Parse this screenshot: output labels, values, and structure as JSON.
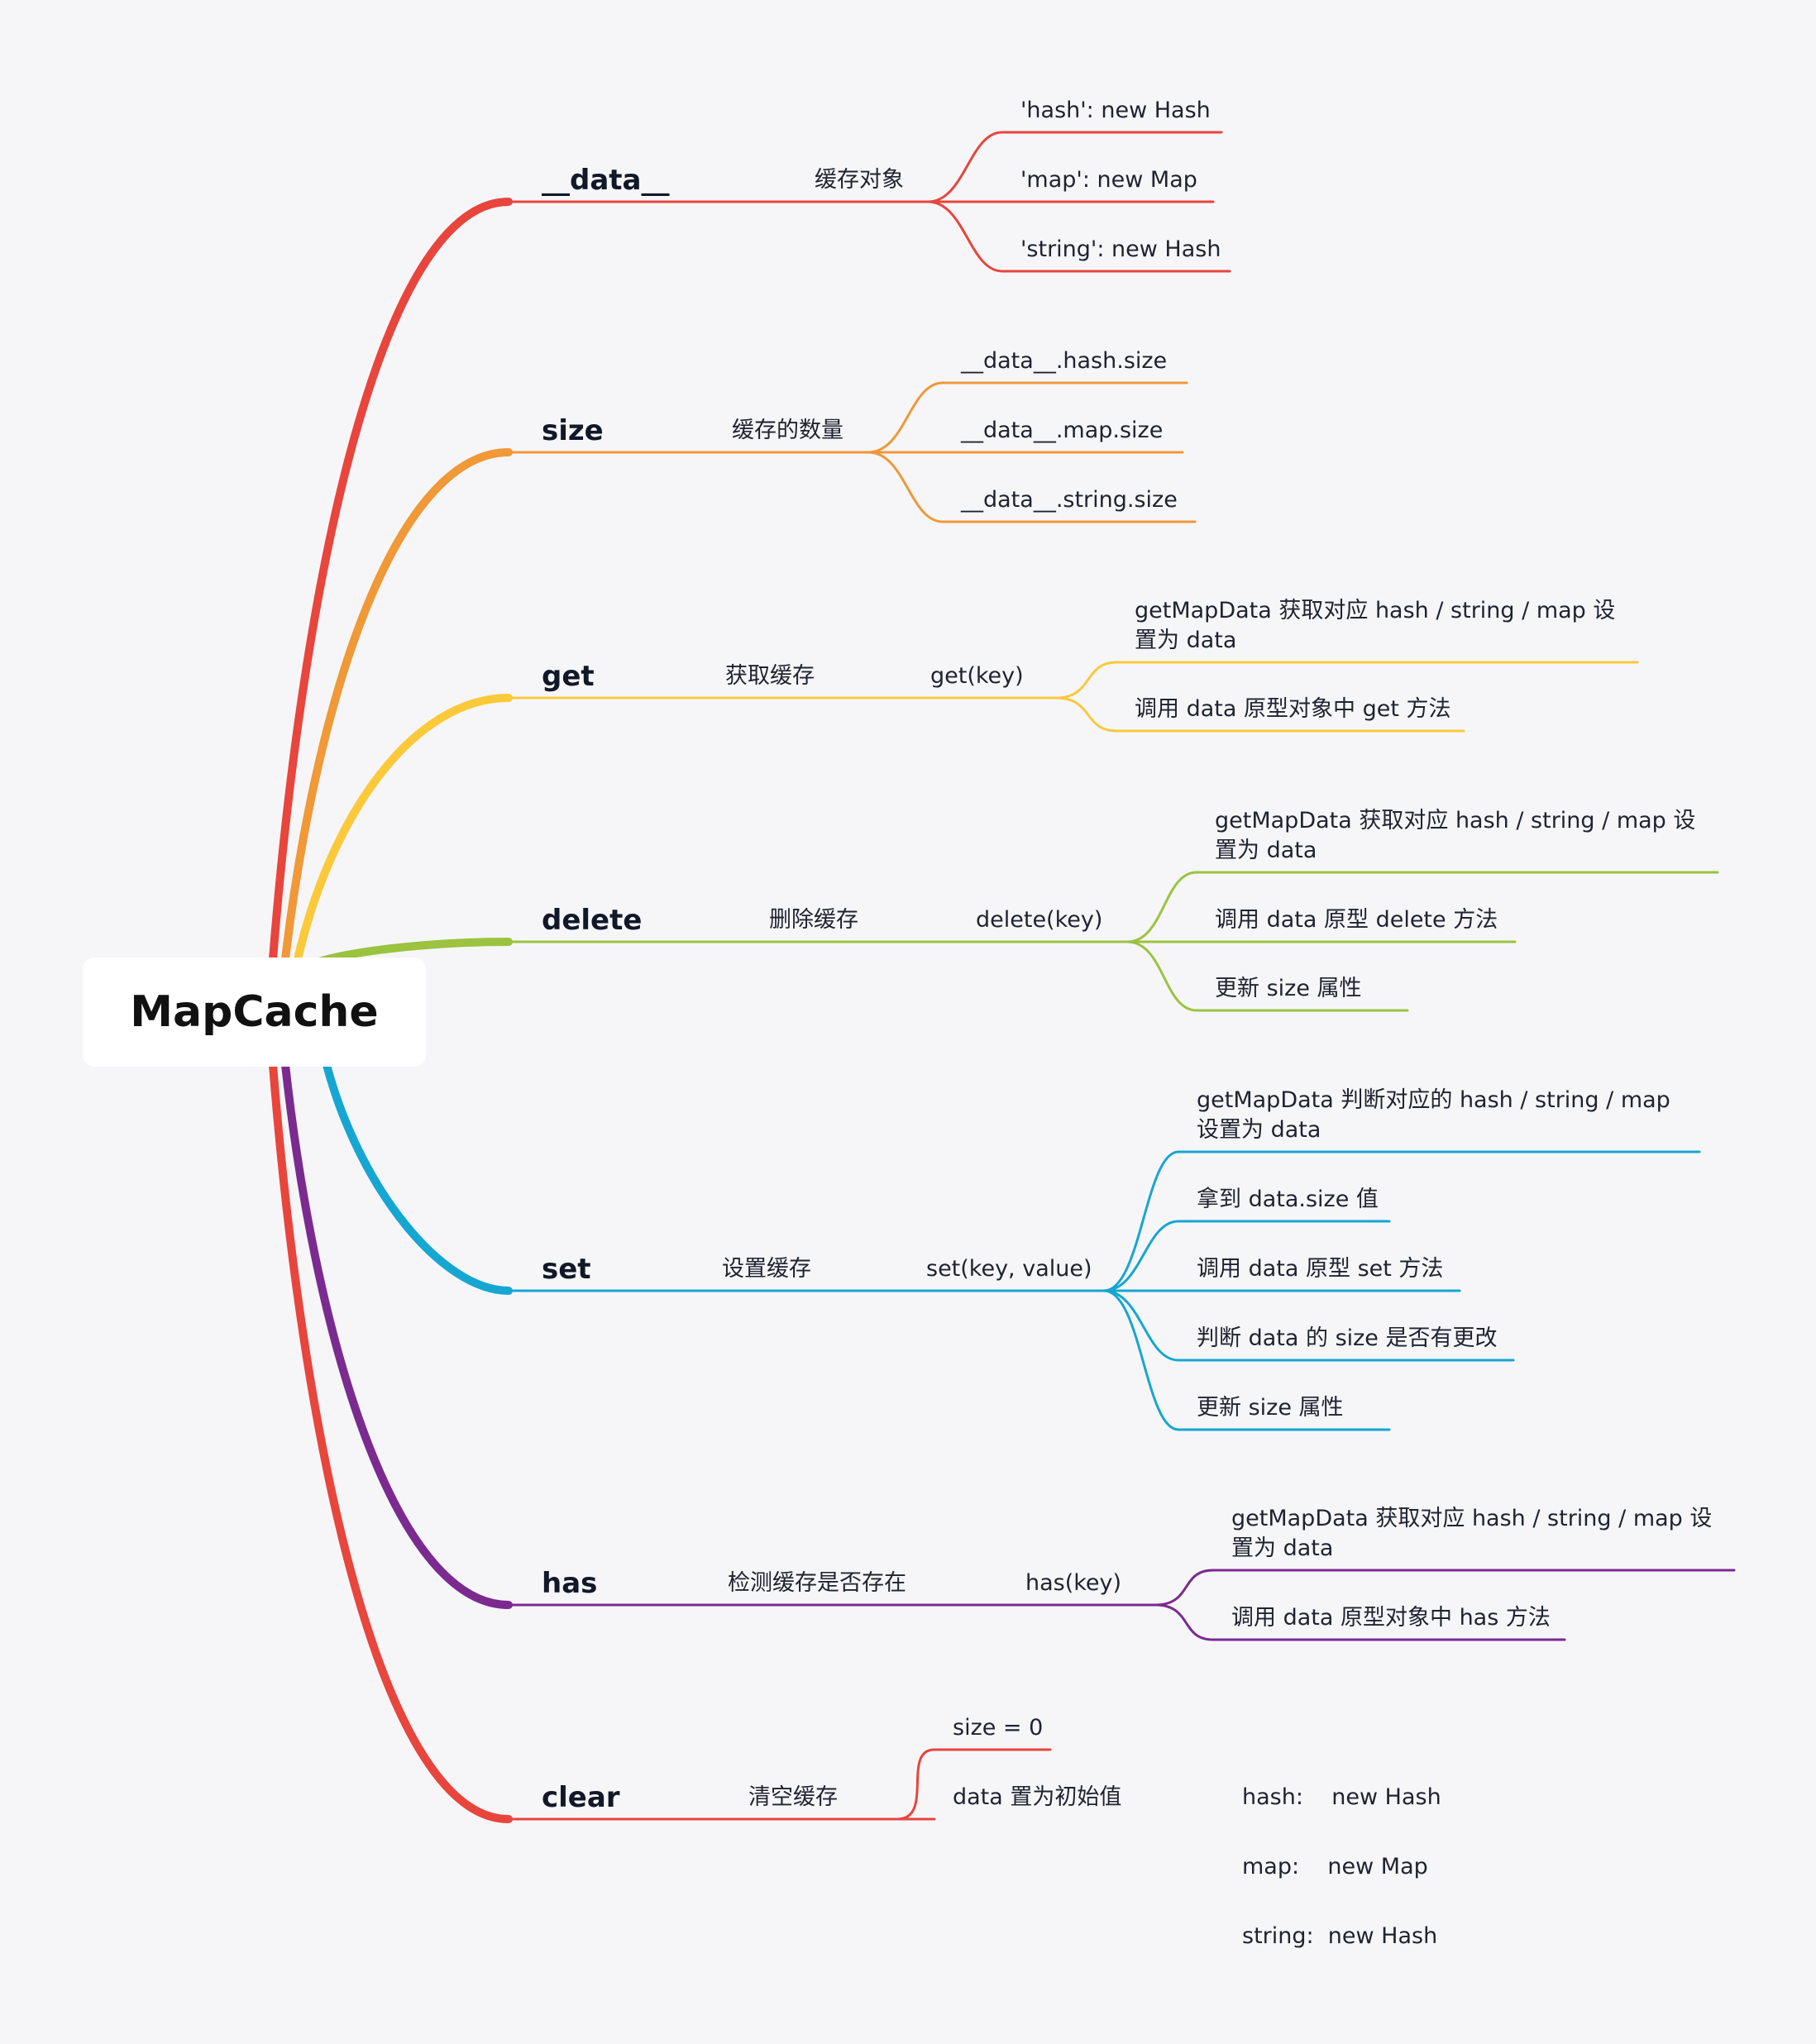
{
  "root": {
    "label": "MapCache"
  },
  "branches": [
    {
      "id": "data",
      "label": "__data__",
      "color": "#e8453c",
      "steps": [
        {
          "label": "缓存对象"
        }
      ],
      "children": [
        {
          "label": "'hash': new Hash"
        },
        {
          "label": "'map': new Map"
        },
        {
          "label": "'string': new Hash"
        }
      ]
    },
    {
      "id": "size",
      "label": "size",
      "color": "#f19837",
      "steps": [
        {
          "label": "缓存的数量"
        }
      ],
      "children": [
        {
          "label": "__data__.hash.size"
        },
        {
          "label": "__data__.map.size"
        },
        {
          "label": "__data__.string.size"
        }
      ]
    },
    {
      "id": "get",
      "label": "get",
      "color": "#fcc93b",
      "steps": [
        {
          "label": "获取缓存"
        },
        {
          "label": "get(key)"
        }
      ],
      "children": [
        {
          "label": "getMapData 获取对应 hash / string / map 设置为 data"
        },
        {
          "label": "调用 data 原型对象中 get 方法"
        }
      ]
    },
    {
      "id": "delete",
      "label": "delete",
      "color": "#9bc33f",
      "steps": [
        {
          "label": "删除缓存"
        },
        {
          "label": "delete(key)"
        }
      ],
      "children": [
        {
          "label": "getMapData 获取对应 hash / string / map 设置为 data"
        },
        {
          "label": "调用 data 原型 delete 方法"
        },
        {
          "label": "更新 size 属性"
        }
      ]
    },
    {
      "id": "set",
      "label": "set",
      "color": "#16a6d2",
      "steps": [
        {
          "label": "设置缓存"
        },
        {
          "label": "set(key, value)"
        }
      ],
      "children": [
        {
          "label": "getMapData 判断对应的 hash / string / map 设置为 data"
        },
        {
          "label": "拿到 data.size 值"
        },
        {
          "label": "调用 data 原型 set 方法"
        },
        {
          "label": "判断 data 的 size 是否有更改"
        },
        {
          "label": "更新 size 属性"
        }
      ]
    },
    {
      "id": "has",
      "label": "has",
      "color": "#7b2a90",
      "steps": [
        {
          "label": "检测缓存是否存在"
        },
        {
          "label": "has(key)"
        }
      ],
      "children": [
        {
          "label": "getMapData 获取对应 hash / string / map 设置为 data"
        },
        {
          "label": "调用 data 原型对象中 has 方法"
        }
      ]
    },
    {
      "id": "clear",
      "label": "clear",
      "color": "#e8453c",
      "steps": [
        {
          "label": "清空缓存"
        }
      ],
      "children": [
        {
          "label": "size = 0"
        },
        {
          "label": "data 置为初始值",
          "children": [
            {
              "label": "hash:    new Hash"
            },
            {
              "label": "map:    new Map"
            },
            {
              "label": "string:  new Hash"
            }
          ]
        }
      ]
    }
  ]
}
